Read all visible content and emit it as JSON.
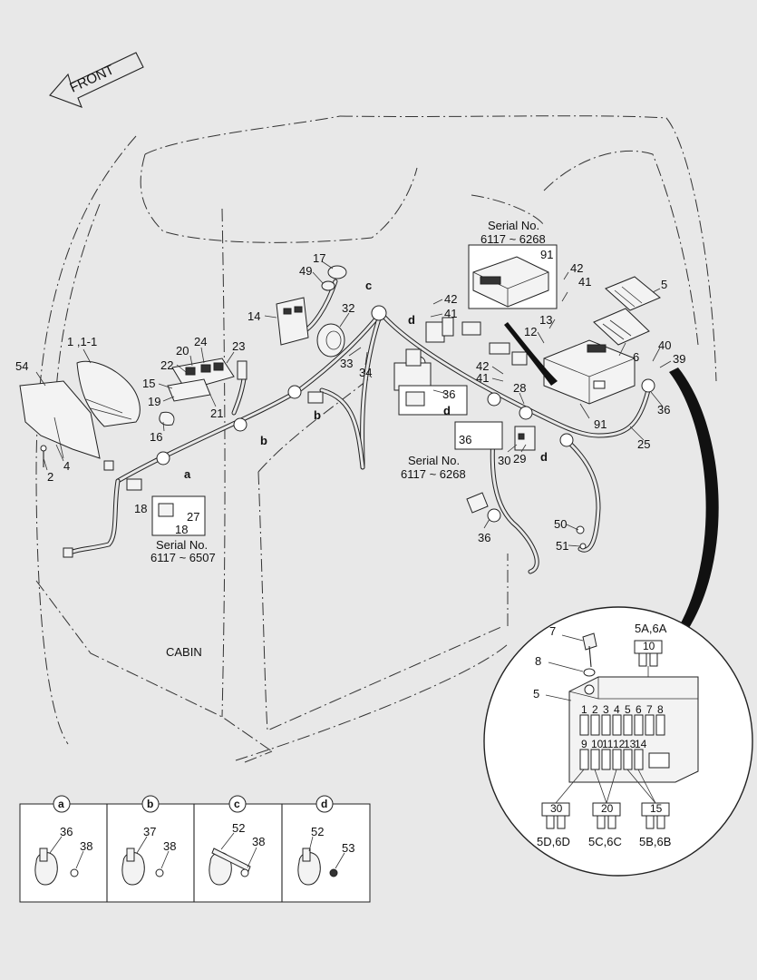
{
  "orientation": {
    "front_label": "FRONT"
  },
  "area_label": "CABIN",
  "serial_notes": [
    {
      "title": "Serial No.",
      "range": "6117 ~ 6268"
    },
    {
      "title": "Serial No.",
      "range": "6117 ~ 6268"
    },
    {
      "title": "Serial No.",
      "range": "6117 ~ 6507"
    }
  ],
  "callouts": {
    "p54": "54",
    "p1": "1 ,1-1",
    "p2": "2",
    "p4": "4",
    "p24": "24",
    "p20": "20",
    "p23": "23",
    "p22": "22",
    "p15": "15",
    "p19": "19",
    "p21": "21",
    "p16": "16",
    "p18a": "18",
    "p18b": "18",
    "p27": "27",
    "p14": "14",
    "p17": "17",
    "p49": "49",
    "p32": "32",
    "p33": "33",
    "p34": "34",
    "p42a": "42",
    "p41a": "41",
    "p36a": "36",
    "p91a": "91",
    "p42b": "42",
    "p41b": "41",
    "p5": "5",
    "p13": "13",
    "p12": "12",
    "p6": "6",
    "p40": "40",
    "p39": "39",
    "p42c": "42",
    "p41c": "41",
    "p28": "28",
    "p91b": "91",
    "p36b": "36",
    "p36c": "36",
    "p25": "25",
    "p30": "30",
    "p29": "29",
    "p36d": "36",
    "p50": "50",
    "p51": "51"
  },
  "section_markers": {
    "a": "a",
    "b": "b",
    "c1": "c",
    "d1": "d",
    "d2": "d",
    "d3": "d"
  },
  "fuse_detail": {
    "labels": {
      "p7": "7",
      "p8": "8",
      "p5": "5",
      "fuse_5a": "5A,6A",
      "fuse_5d": "5D,6D",
      "fuse_5c": "5C,6C",
      "fuse_5b": "5B,6B"
    },
    "fuse_ratings": {
      "top": "10",
      "left": "30",
      "mid": "20",
      "right": "15"
    },
    "slot_numbers_top": [
      "1",
      "2",
      "3",
      "4",
      "5",
      "6",
      "7",
      "8"
    ],
    "slot_numbers_bottom": [
      "9",
      "10",
      "11",
      "12",
      "13",
      "14"
    ]
  },
  "clamp_table": [
    {
      "key": "a",
      "parts": [
        "36",
        "38"
      ]
    },
    {
      "key": "b",
      "parts": [
        "37",
        "38"
      ]
    },
    {
      "key": "c",
      "parts": [
        "52",
        "38"
      ]
    },
    {
      "key": "d",
      "parts": [
        "52",
        "53"
      ]
    }
  ]
}
